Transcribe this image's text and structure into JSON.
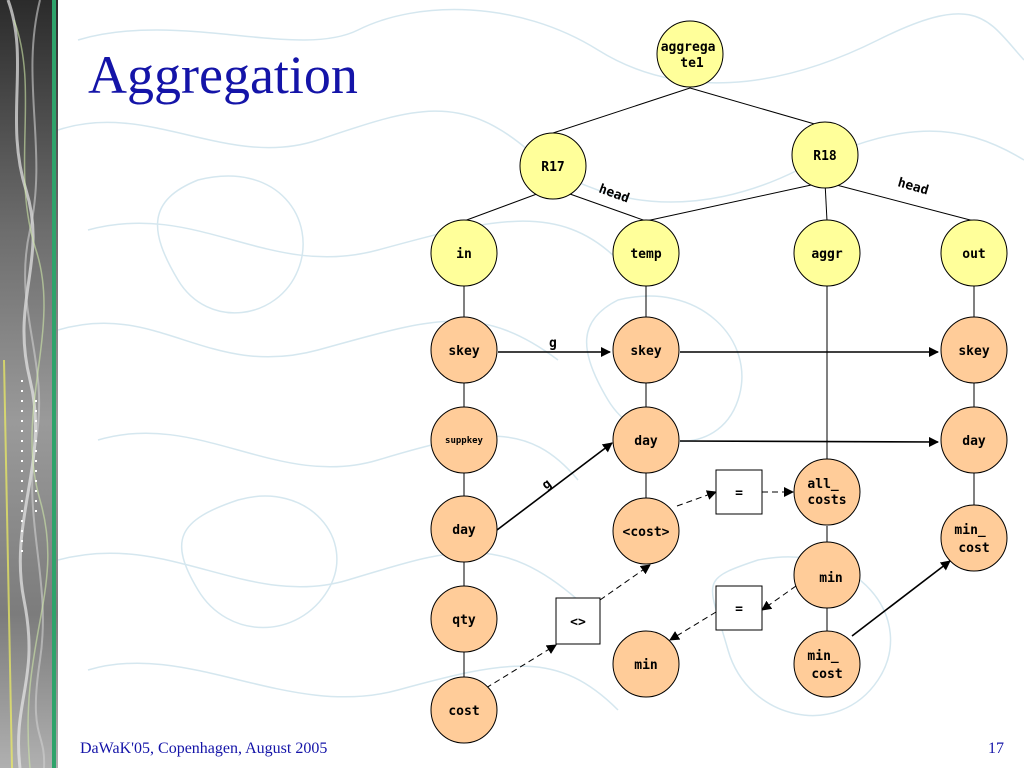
{
  "slide": {
    "title": "Aggregation",
    "footer": "DaWaK'05, Copenhagen, August 2005",
    "page_number": "17"
  },
  "colors": {
    "title_text": "#1414a8",
    "tree_node_fill": "#ffff9a",
    "attribute_node_fill": "#ffcc99",
    "edge_stroke": "#000000"
  },
  "diagram": {
    "nodes": {
      "aggregate1": "aggrega te1",
      "r17": "R17",
      "r18": "R18",
      "in": "in",
      "temp": "temp",
      "aggr": "aggr",
      "out": "out",
      "in_skey": "skey",
      "in_suppkey": "suppkey",
      "in_day": "day",
      "in_qty": "qty",
      "in_cost": "cost",
      "temp_skey": "skey",
      "temp_day": "day",
      "temp_cost": "<cost>",
      "temp_min": "min",
      "aggr_all_costs": "all_ costs",
      "aggr_min": "min",
      "aggr_min_cost": "min_ cost",
      "out_skey": "skey",
      "out_day": "day",
      "out_min_cost": "min_ cost"
    },
    "operators": {
      "eq_top": "=",
      "eq_bottom": "=",
      "neq": "<>"
    },
    "edge_labels": {
      "r17_head": "head",
      "r18_head": "head",
      "skey_g": "g",
      "day_g": "g"
    }
  }
}
